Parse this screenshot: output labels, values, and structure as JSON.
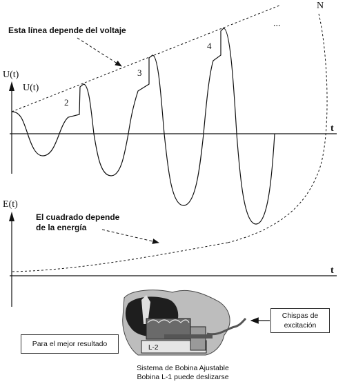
{
  "upper_graph": {
    "y_axis_label": "U(t)",
    "curve_label": "U(t)",
    "x_axis_label": "t",
    "envelope_note": "Esta línea depende del voltaje",
    "end_label": "N",
    "ellipsis": "...",
    "step_numbers": [
      "2",
      "3",
      "4"
    ]
  },
  "lower_graph": {
    "y_axis_label": "E(t)",
    "x_axis_label": "t",
    "note_line1": "El cuadrado depende",
    "note_line2": "de la energía"
  },
  "apparatus": {
    "result_box": "Para el mejor resultado",
    "sparks_box_line1": "Chispas de",
    "sparks_box_line2": "excitación",
    "caption_line1": "Sistema de Bobina Ajustable",
    "caption_line2": "Bobina L-1 puede deslizarse",
    "coil_label": "L-2"
  },
  "colors": {
    "ink": "#111111",
    "photo_dark": "#1e1e1e",
    "photo_mid": "#6a6a6a",
    "photo_light": "#bdbdbd"
  }
}
